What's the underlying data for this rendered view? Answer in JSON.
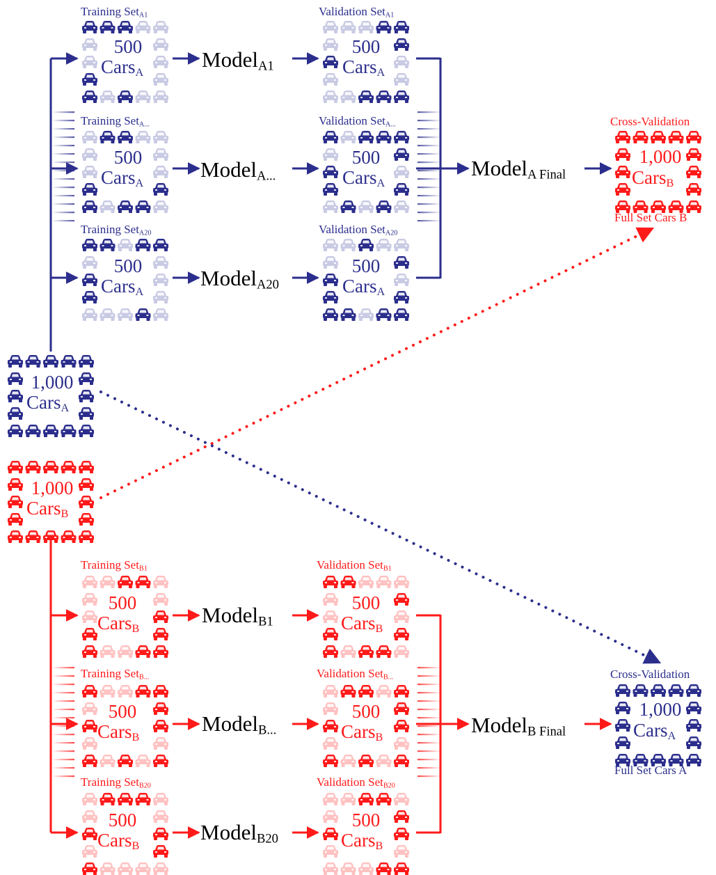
{
  "colors": {
    "blue": "#2b2e8c",
    "blue_light": "#c9cbe4",
    "red": "#ff1a1a",
    "red_light": "#ffc2c2",
    "text_black": "#000000"
  },
  "icon": "car-icon",
  "group_a": {
    "full_set": {
      "count": "1,000",
      "cars": "Cars",
      "sub": "A"
    },
    "rows": [
      {
        "training_label": "Training Set",
        "training_sub": "A1",
        "count": "500",
        "cars": "Cars",
        "cars_sub": "A",
        "model": "Model",
        "model_sub": "A1",
        "validation_label": "Validation Set",
        "validation_sub": "A1",
        "v_count": "500",
        "v_cars": "Cars",
        "v_cars_sub": "A"
      },
      {
        "training_label": "Training Set",
        "training_sub": "A...",
        "count": "500",
        "cars": "Cars",
        "cars_sub": "A",
        "model": "Model",
        "model_sub": "A...",
        "validation_label": "Validation Set",
        "validation_sub": "A...",
        "v_count": "500",
        "v_cars": "Cars",
        "v_cars_sub": "A"
      },
      {
        "training_label": "Training Set",
        "training_sub": "A20",
        "count": "500",
        "cars": "Cars",
        "cars_sub": "A",
        "model": "Model",
        "model_sub": "A20",
        "validation_label": "Validation Set",
        "validation_sub": "A20",
        "v_count": "500",
        "v_cars": "Cars",
        "v_cars_sub": "A"
      }
    ],
    "final_model": "Model",
    "final_sub": "A Final",
    "cross_validation": {
      "title": "Cross-Validation",
      "count": "1,000",
      "cars": "Cars",
      "sub": "B",
      "caption": "Full Set Cars B"
    }
  },
  "group_b": {
    "full_set": {
      "count": "1,000",
      "cars": "Cars",
      "sub": "B"
    },
    "rows": [
      {
        "training_label": "Training Set",
        "training_sub": "B1",
        "count": "500",
        "cars": "Cars",
        "cars_sub": "B",
        "model": "Model",
        "model_sub": "B1",
        "validation_label": "Validation Set",
        "validation_sub": "B1",
        "v_count": "500",
        "v_cars": "Cars",
        "v_cars_sub": "B"
      },
      {
        "training_label": "Training Set",
        "training_sub": "B...",
        "count": "500",
        "cars": "Cars",
        "cars_sub": "B",
        "model": "Model",
        "model_sub": "B...",
        "validation_label": "Validation Set",
        "validation_sub": "B...",
        "v_count": "500",
        "v_cars": "Cars",
        "v_cars_sub": "B"
      },
      {
        "training_label": "Training Set",
        "training_sub": "B20",
        "count": "500",
        "cars": "Cars",
        "cars_sub": "B",
        "model": "Model",
        "model_sub": "B20",
        "validation_label": "Validation Set",
        "validation_sub": "B20",
        "v_count": "500",
        "v_cars": "Cars",
        "v_cars_sub": "B"
      }
    ],
    "final_model": "Model",
    "final_sub": "B Final",
    "cross_validation": {
      "title": "Cross-Validation",
      "count": "1,000",
      "cars": "Cars",
      "sub": "A",
      "caption": "Full Set Cars A"
    }
  }
}
